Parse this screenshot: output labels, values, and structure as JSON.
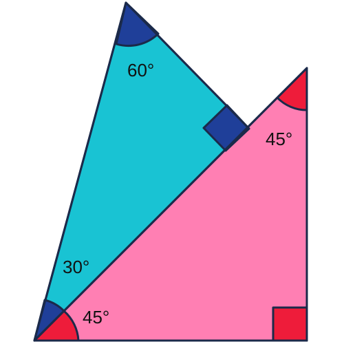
{
  "colors": {
    "cyan_triangle": "#19c3d3",
    "pink_triangle": "#ff7fb3",
    "dark_blue_marker": "#1f3f99",
    "red_marker": "#ee1c3a",
    "outline": "#1b2a4a"
  },
  "labels": {
    "cyan_top_angle": "60°",
    "cyan_bottom_angle": "30°",
    "pink_top_angle": "45°",
    "pink_bottom_angle": "45°"
  },
  "markers": {
    "cyan_right_angle": "right-angle-marker",
    "pink_right_angle": "right-angle-marker"
  }
}
